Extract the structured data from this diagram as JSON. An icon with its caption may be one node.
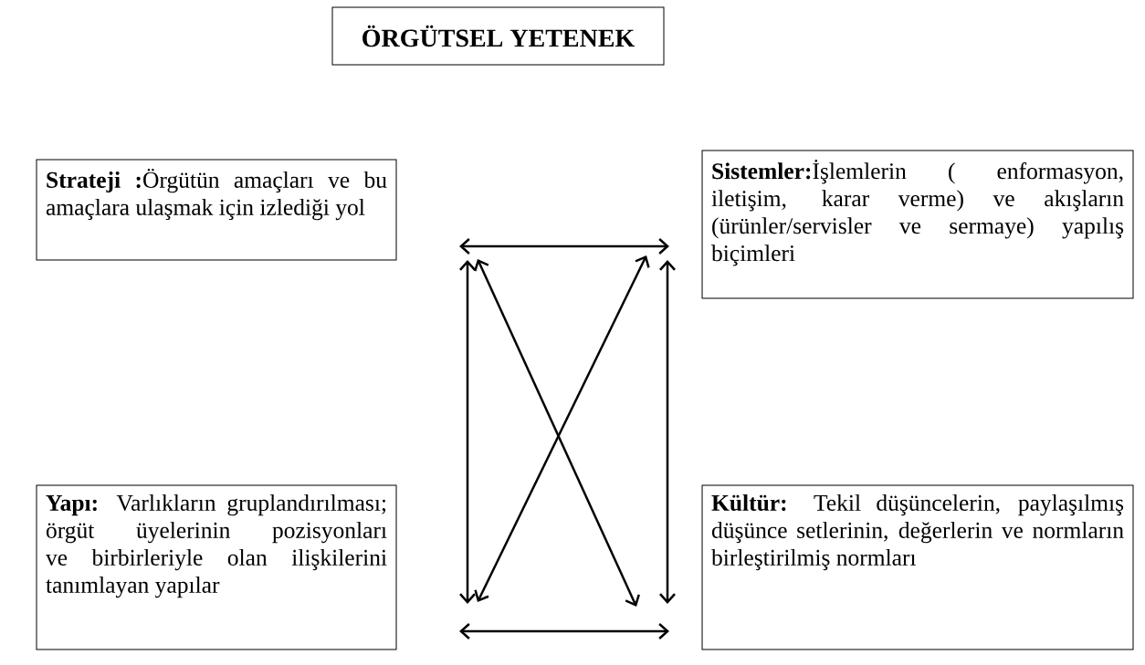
{
  "diagram": {
    "nodes": [
      {
        "text": [
          "ÖRGÜTSEL YETENEK"
        ]
      },
      {
        "text": [
          "**Strateji :**Örgütün amaçları ve bu amaçlara ulaşmak için izlediği yol"
        ]
      },
      {
        "text": [
          "**Sistemler:**İşlemlerin ( enformasyon, iletişim, karar verme) ve akışların (ürünler/servisler ve sermaye) yapılış biçimleri"
        ]
      },
      {
        "text": [
          "**Yapı:** Varlıkların gruplandırılması; örgüt üyelerinin pozisyonları ve birbirleriyle olan ilişkilerini tanımlayan yapılar"
        ]
      },
      {
        "text": [
          "**Kültür:** Tekil düşüncelerin, paylaşılmış düşünce setlerinin, değerlerin ve normların birleştirilmiş normları"
        ]
      }
    ],
    "edges": [
      {
        "from": 1,
        "to": 2,
        "arrow": "both"
      },
      {
        "from": 1,
        "to": 3,
        "arrow": "both"
      },
      {
        "from": 2,
        "to": 4,
        "arrow": "both"
      },
      {
        "from": 1,
        "to": 4,
        "arrow": "both"
      },
      {
        "from": 2,
        "to": 3,
        "arrow": "both"
      },
      {
        "from": 3,
        "to": 4,
        "arrow": "both"
      }
    ]
  }
}
